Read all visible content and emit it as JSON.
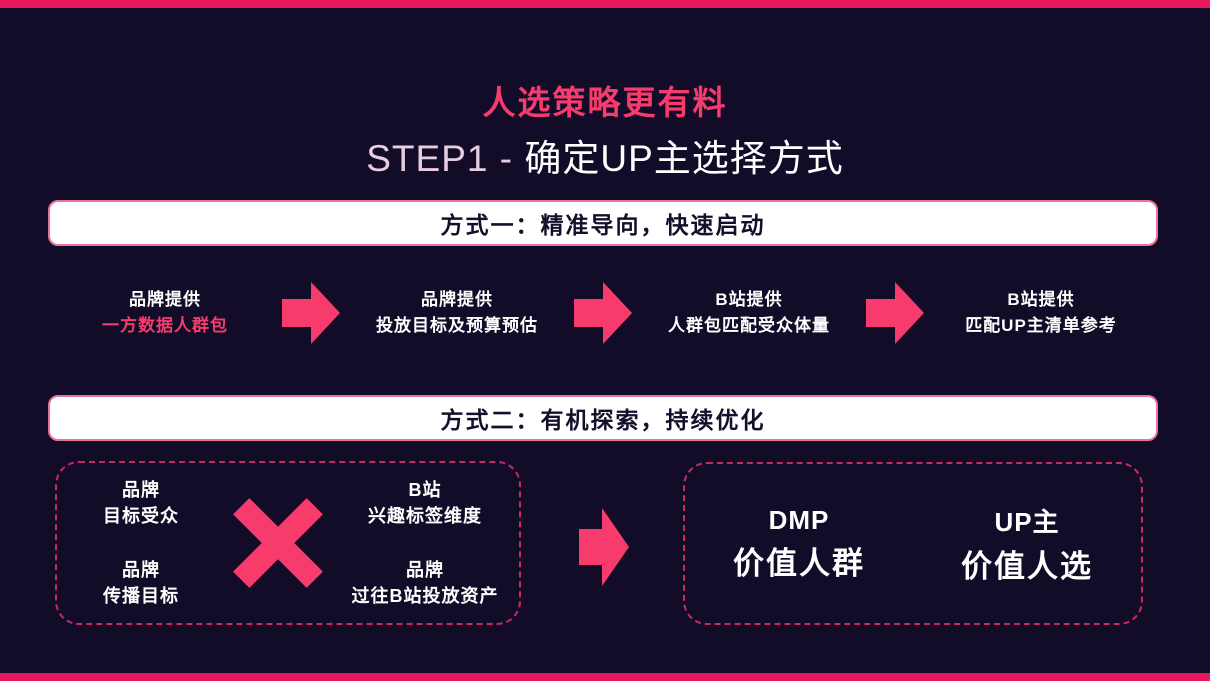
{
  "colors": {
    "background": "#120c28",
    "accent_pink": "#f73b6c",
    "edge_bar": "#e9175c",
    "dashed_border": "#c62a5e",
    "header_text": "#14102c",
    "subtitle_prefix_color": "#e8cde0"
  },
  "icons": {
    "flow_arrow": "block-arrow-right",
    "main_arrow": "block-arrow-right",
    "multiply": "cross-x"
  },
  "header": {
    "title": "人选策略更有料",
    "subtitle_prefix": "STEP1 - ",
    "subtitle_main": "确定UP主选择方式"
  },
  "method_one": {
    "header": "方式一：精准导向，快速启动",
    "steps": [
      {
        "line1": "品牌提供",
        "line2": "一方数据人群包"
      },
      {
        "line1": "品牌提供",
        "line2": "投放目标及预算预估"
      },
      {
        "line1": "B站提供",
        "line2": "人群包匹配受众体量"
      },
      {
        "line1": "B站提供",
        "line2": "匹配UP主清单参考"
      }
    ]
  },
  "method_two": {
    "header": "方式二：有机探索，持续优化",
    "inputs": {
      "top_left": {
        "line1": "品牌",
        "line2": "目标受众"
      },
      "top_right": {
        "line1": "B站",
        "line2": "兴趣标签维度"
      },
      "bottom_left": {
        "line1": "品牌",
        "line2": "传播目标"
      },
      "bottom_right": {
        "line1": "品牌",
        "line2": "过往B站投放资产"
      }
    },
    "outputs": [
      {
        "line1": "DMP",
        "line2": "价值人群"
      },
      {
        "line1": "UP主",
        "line2": "价值人选"
      }
    ]
  }
}
